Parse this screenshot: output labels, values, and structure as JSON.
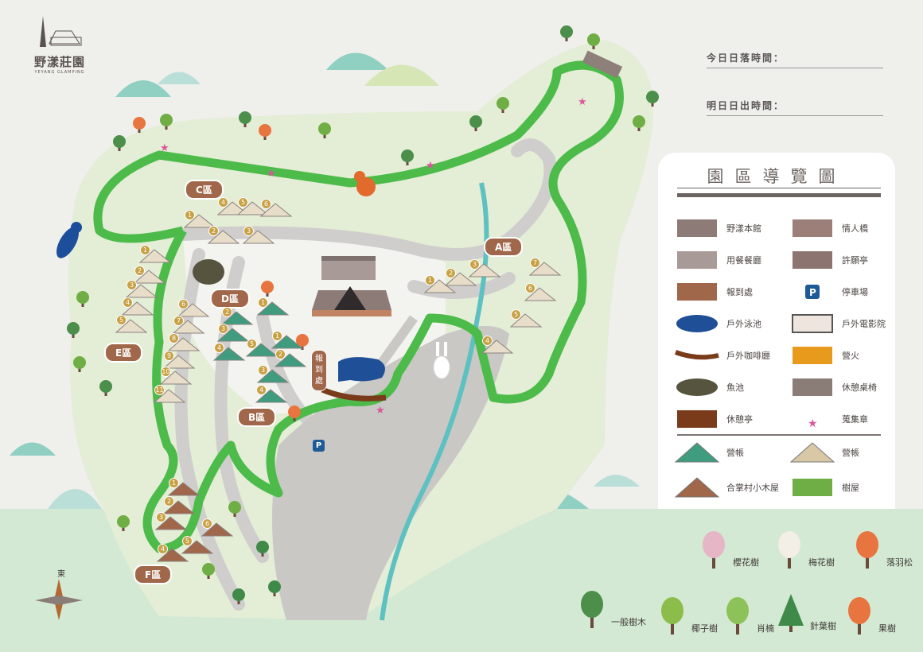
{
  "logo": {
    "name_cn": "野漾莊園",
    "name_en": "YEYANG GLAMPING"
  },
  "sun_times": {
    "sunset_label": "今日日落時間：",
    "sunrise_label": "明日日出時間："
  },
  "zones": [
    {
      "label": "A區",
      "tents": [
        "1",
        "2",
        "3",
        "7",
        "6",
        "5",
        "4"
      ]
    },
    {
      "label": "B區",
      "tents": [
        "1",
        "2",
        "3",
        "4",
        "5"
      ]
    },
    {
      "label": "C區",
      "tents": [
        "1",
        "2",
        "3",
        "4",
        "5",
        "6"
      ]
    },
    {
      "label": "D區",
      "tents": [
        "1",
        "2",
        "3",
        "4"
      ]
    },
    {
      "label": "E區",
      "tents": [
        "1",
        "2",
        "3",
        "4",
        "5",
        "6",
        "7",
        "8",
        "9",
        "10",
        "11"
      ]
    },
    {
      "label": "F區",
      "tents": [
        "1",
        "2",
        "3",
        "4",
        "5",
        "6"
      ]
    }
  ],
  "checkin_label": "報到處",
  "parking_label": "P",
  "compass_label": "東",
  "legend": {
    "title": "園區導覽圖",
    "items": [
      {
        "label": "野漾本館",
        "icon": "main-building-icon"
      },
      {
        "label": "情人橋",
        "icon": "bridge-icon"
      },
      {
        "label": "用餐餐廳",
        "icon": "restaurant-icon"
      },
      {
        "label": "許願亭",
        "icon": "wishing-pavilion-icon"
      },
      {
        "label": "報到處",
        "icon": "checkin-icon"
      },
      {
        "label": "停車場",
        "icon": "parking-icon"
      },
      {
        "label": "戶外泳池",
        "icon": "pool-icon"
      },
      {
        "label": "戶外電影院",
        "icon": "cinema-icon"
      },
      {
        "label": "戶外咖啡廳",
        "icon": "cafe-icon"
      },
      {
        "label": "營火",
        "icon": "campfire-icon"
      },
      {
        "label": "魚池",
        "icon": "fish-pond-icon"
      },
      {
        "label": "休憩桌椅",
        "icon": "picnic-table-icon"
      },
      {
        "label": "休憩亭",
        "icon": "pavilion-icon"
      },
      {
        "label": "蒐集章",
        "icon": "stamp-star-icon"
      }
    ],
    "lodging": [
      {
        "label": "營帳",
        "icon": "green-tent-icon"
      },
      {
        "label": "營帳",
        "icon": "beige-tent-icon"
      },
      {
        "label": "合掌村小木屋",
        "icon": "cabin-icon"
      },
      {
        "label": "樹屋",
        "icon": "treehouse-icon"
      }
    ]
  },
  "trees": [
    {
      "label": "櫻花樹",
      "icon": "cherry-tree-icon"
    },
    {
      "label": "梅花樹",
      "icon": "plum-tree-icon"
    },
    {
      "label": "落羽松",
      "icon": "bald-cypress-icon"
    },
    {
      "label": "一般樹木",
      "icon": "general-tree-icon"
    },
    {
      "label": "椰子樹",
      "icon": "palm-tree-icon"
    },
    {
      "label": "肖楠",
      "icon": "incense-cedar-icon"
    },
    {
      "label": "針葉樹",
      "icon": "conifer-icon"
    },
    {
      "label": "果樹",
      "icon": "fruit-tree-icon"
    }
  ],
  "colors": {
    "trail": "#4cbb4a",
    "land": "#e4edd6",
    "ground": "#d3e9d3",
    "road": "#cfcecc",
    "zone_pill": "#a0674a",
    "river": "#5dc1c1"
  }
}
